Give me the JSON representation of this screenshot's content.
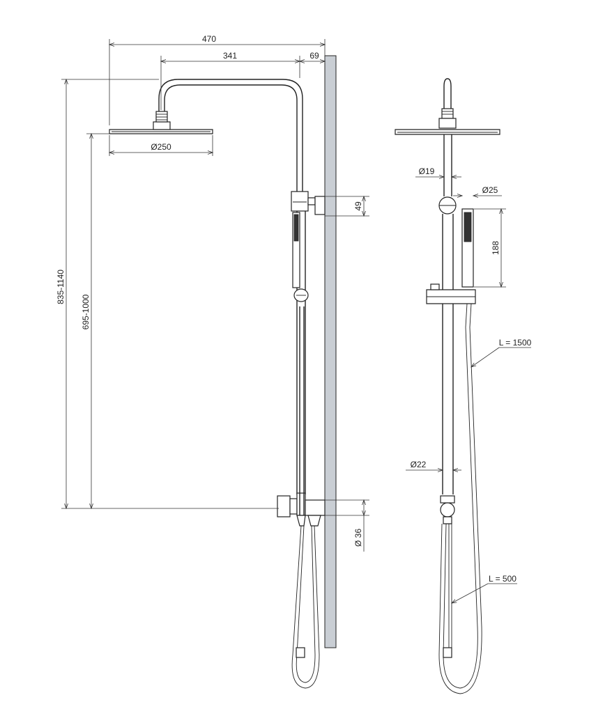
{
  "dimensions": {
    "total_reach": "470",
    "arm_reach": "341",
    "wall_offset": "69",
    "head_diameter": "Ø250",
    "bracket_height": "49",
    "total_height": "835-1140",
    "adjustable_height": "695-1000",
    "diverter_diameter": "Ø 36",
    "upper_rail_diameter": "Ø19",
    "handshower_diameter": "Ø25",
    "handshower_length": "188",
    "lower_rail_diameter": "Ø22",
    "main_hose_length": "L = 1500",
    "short_hose_length": "L = 500"
  }
}
